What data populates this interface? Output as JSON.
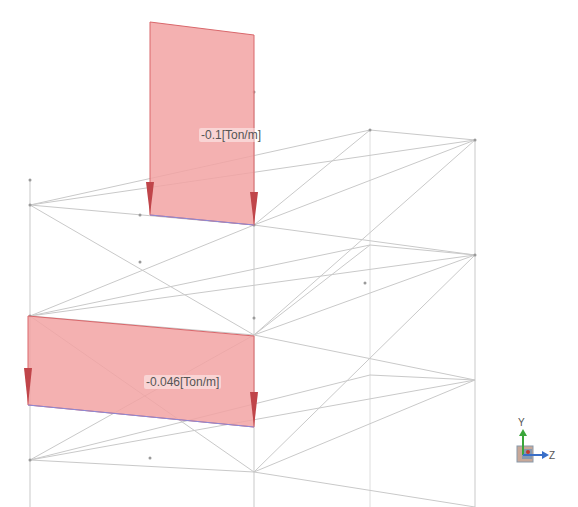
{
  "diagram": {
    "labels": [
      "-0.1[Ton/m]",
      "-0.046[Ton/m]",
      "Y",
      "Z"
    ]
  }
}
